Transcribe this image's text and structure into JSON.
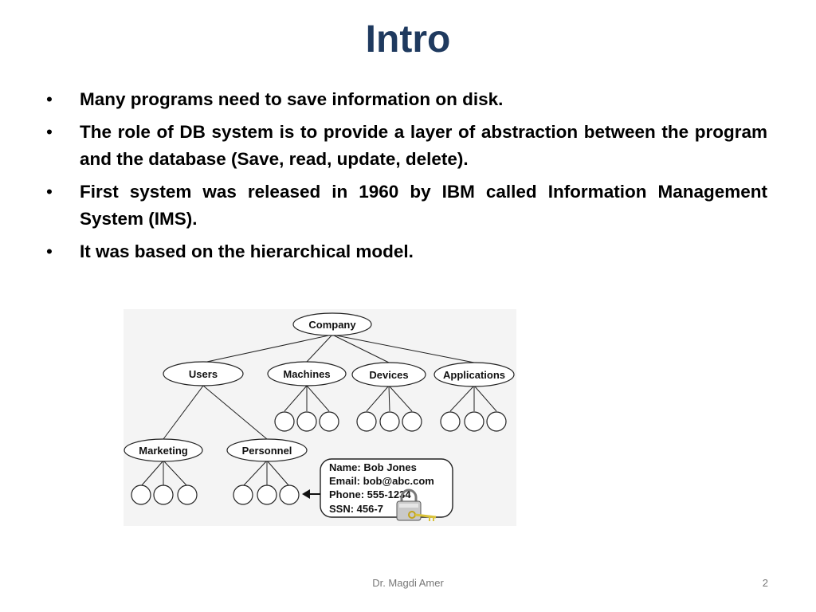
{
  "title": "Intro",
  "bullets": [
    "Many programs need to save information on disk.",
    "The role of DB system is to provide a layer of abstraction between the program and the database (Save, read, update, delete).",
    "First system was released in 1960 by IBM called Information Management System (IMS).",
    "It was based on the hierarchical model."
  ],
  "bullet_symbol": "•",
  "diagram": {
    "root": "Company",
    "level1": [
      "Users",
      "Machines",
      "Devices",
      "Applications"
    ],
    "level2": [
      "Marketing",
      "Personnel"
    ],
    "record": [
      "Name: Bob Jones",
      "Email: bob@abc.com",
      "Phone: 555-1234",
      "SSN: 456-7"
    ],
    "key_color": "#d9c23a"
  },
  "footer": {
    "author": "Dr. Magdi Amer",
    "page": "2"
  }
}
